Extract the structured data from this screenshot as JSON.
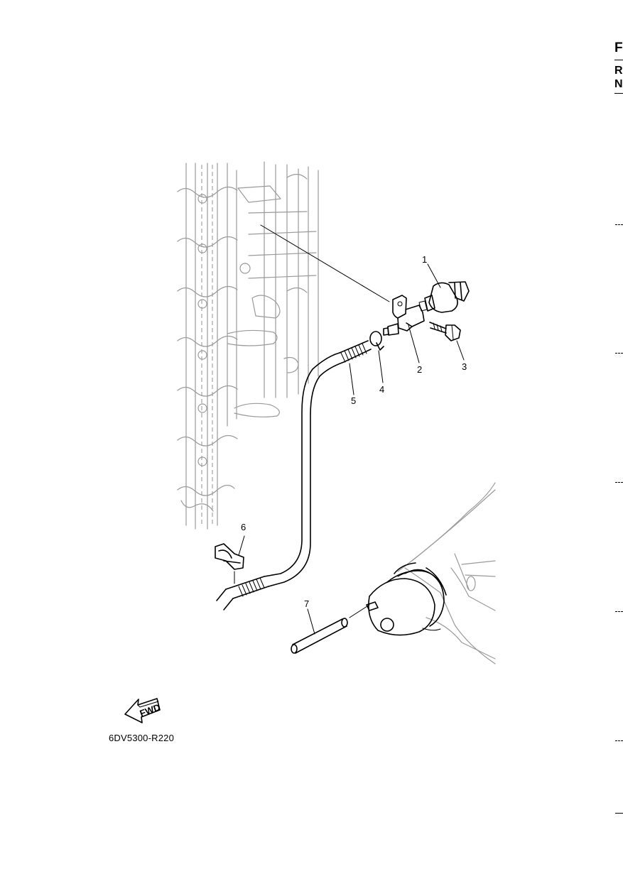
{
  "side_tabs": {
    "f": "F",
    "r": "R",
    "n": "N"
  },
  "callouts": {
    "c1": "1",
    "c2": "2",
    "c3": "3",
    "c4": "4",
    "c5": "5",
    "c6": "6",
    "c7": "7"
  },
  "fwd_label": "FWD",
  "figure_code": "6DV5300-R220"
}
